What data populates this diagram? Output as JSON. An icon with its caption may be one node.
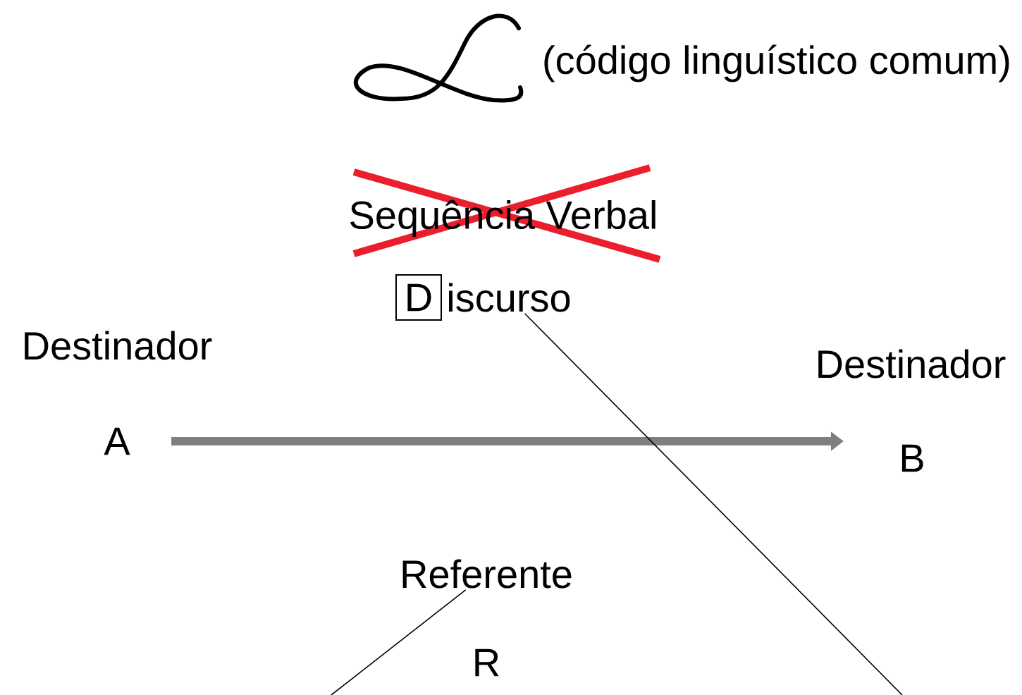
{
  "diagram": {
    "nodes": [
      {
        "text": [
          "D"
        ]
      },
      {
        "text": [
          "iscurso"
        ]
      },
      {
        "text": [
          "A"
        ]
      },
      {
        "text": [
          "B"
        ]
      },
      {
        "text": [
          "Referente"
        ]
      }
    ],
    "edges": [
      {
        "from": 2,
        "to": 3,
        "arrow": "to",
        "style": "thick",
        "color": "#7f7f7f"
      },
      {
        "from": 1,
        "to": null,
        "arrow": "none"
      },
      {
        "from": 4,
        "to": null,
        "arrow": "none"
      }
    ],
    "labels": [
      "(código linguístico comum)",
      "Sequência Verbal",
      "Destinador",
      "Destinador",
      "R"
    ]
  }
}
